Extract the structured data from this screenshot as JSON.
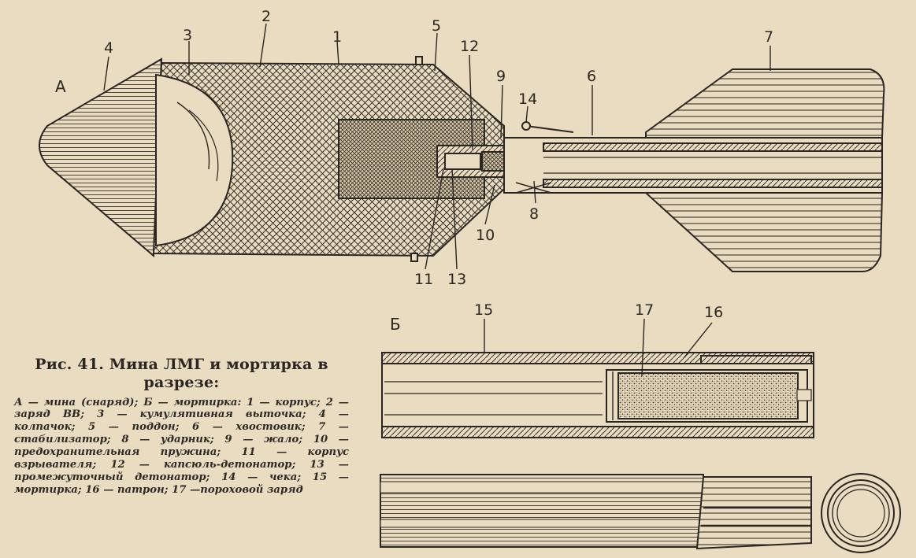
{
  "labels": {
    "A": "А",
    "B": "Б",
    "n1": "1",
    "n2": "2",
    "n3": "3",
    "n4": "4",
    "n5": "5",
    "n6": "6",
    "n7": "7",
    "n8": "8",
    "n9": "9",
    "n10": "10",
    "n11": "11",
    "n12": "12",
    "n13": "13",
    "n14": "14",
    "n15": "15",
    "n16": "16",
    "n17": "17"
  },
  "caption": {
    "title": "Рис. 41. Мина ЛМГ и мортирка в разрезе:",
    "body": "А — мина (снаряд); Б — мортирка: 1 — корпус; 2 — заряд ВВ; 3 — кумулятивная выточка; 4 — колпачок; 5 — поддон; 6 — хвостовик; 7 — стабилизатор; 8 — ударник; 9 — жало; 10 — предохранительная пружина; 11 — корпус взрывателя; 12 — капсюль-детонатор; 13 — промежуточный детонатор; 14 — чека; 15 — мортирка; 16 — патрон; 17 —пороховой заряд"
  },
  "colors": {
    "paper": "#e9dcc0",
    "ink": "#2a2622"
  }
}
